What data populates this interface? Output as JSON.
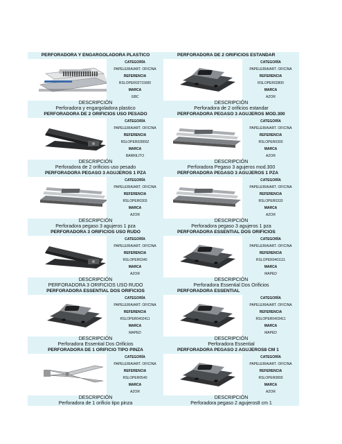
{
  "labels": {
    "category": "CATEGORÍA",
    "reference": "REFERENCIA",
    "brand": "MARCA",
    "description": "DESCRIPCIÓN"
  },
  "products": [
    {
      "title": "PERFORADORA Y ENGARGOLADORA PLASTICO",
      "category": "PAPELERIA/ART. OFICINA",
      "reference": "RSLOPER02715000",
      "brand": "GBC",
      "description": "Perforadora y engargoladora plastico",
      "icon": "binding-machine-icon"
    },
    {
      "title": "PERFORADORA DE 2 ORIFICIOS ESTANDAR",
      "category": "PAPELERIA/ART. OFICINA",
      "reference": "RSLOPER02800",
      "brand": "AZOR",
      "description": "Perforadora de 2 orificios estandar",
      "icon": "two-hole-punch-icon"
    },
    {
      "title": "PERFORADORA DE 2 ORIFICIOS USO PESADO",
      "category": "PAPELERIA/ART. OFICINA",
      "reference": "RSLOPER02800Z",
      "brand": "BARRILITO",
      "description": "Perforadora de 2 orificios uso pesado",
      "icon": "heavy-duty-punch-icon"
    },
    {
      "title": "PERFORADORA PEGASO 3 AGUJEROS MOD.300",
      "category": "PAPELERIA/ART. OFICINA",
      "reference": "RSLOPER0300",
      "brand": "AZOR",
      "description": "Perforadora Pegaso 3 agujeros mod.300",
      "icon": "three-hole-punch-icon"
    },
    {
      "title": "PERFORADORA PEGASO 3 AGUJEROS 1 PZA",
      "category": "PAPELERIA/ART. OFICINA",
      "reference": "RSLOPER0303",
      "brand": "AZOR",
      "description": "Perforadora pegaso 3 agujeros 1 pza",
      "icon": "three-hole-punch-icon"
    },
    {
      "title": "PERFORADORA PEGASO 3 AGUJEROS 1 PZA",
      "category": "PAPELERIA/ART. OFICINA",
      "reference": "RSLOPER0333",
      "brand": "AZOR",
      "description": "Perforadora pegaso 3 agujeros 1 pza",
      "icon": "three-hole-punch-icon"
    },
    {
      "title": "PERFORADORA 3 ORIFICIOS USO RUDO",
      "category": "PAPELERIA/ART. OFICINA",
      "reference": "RSLOPER0340",
      "brand": "AZOR",
      "description": "PERFORADORA 3 ORIFICIOS USO RUDO",
      "icon": "heavy-duty-punch-icon"
    },
    {
      "title": "PERFORADORA ESSENTIAL DOS ORIFICIOS",
      "category": "PAPELERIA/ART. OFICINA",
      "reference": "RSLOPER0401111",
      "brand": "MAPED",
      "description": "Perforadora Essential Dos Orificios",
      "icon": "two-hole-punch-icon"
    },
    {
      "title": "PERFORADORA ESSENTIAL DOS ORIFICIOS",
      "category": "PAPELERIA/ART. OFICINA",
      "reference": "RSLOPER0402411",
      "brand": "MAPED",
      "description": "Perforadora Essential Dos Orificios",
      "icon": "two-hole-punch-icon"
    },
    {
      "title": "PERFORADORA ESSENTIAL",
      "category": "PAPELERIA/ART. OFICINA",
      "reference": "RSLOPER0403411",
      "brand": "MAPED",
      "description": "Perforadora Essential",
      "icon": "two-hole-punch-icon"
    },
    {
      "title": "PERFORADORA DE 1 ORIFICIO TIPO PINZA",
      "category": "PAPELERIA/ART. OFICINA",
      "reference": "RSLOPER0540",
      "brand": "AZOR",
      "description": "Perforadora de 1 orificio tipo pinza",
      "icon": "plier-punch-icon"
    },
    {
      "title": "PERFORADORA PEGASO 2 AGUJEROS8 CM 1",
      "category": "PAPELERIA/ART. OFICINA",
      "reference": "RSLOPER0800",
      "brand": "AZOR",
      "description": "Perforadora pegaso 2 agujeros8 cm 1",
      "icon": "two-hole-punch-icon"
    }
  ]
}
